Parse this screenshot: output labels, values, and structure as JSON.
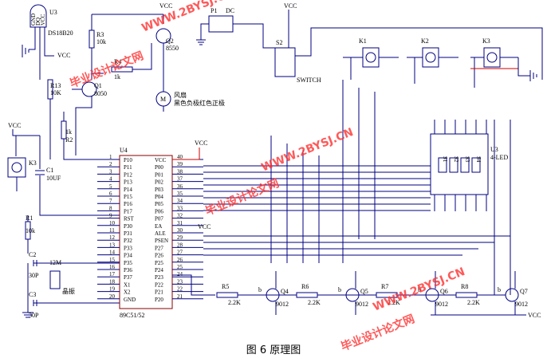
{
  "caption": "图 6  原理图",
  "power": {
    "vcc": "VCC"
  },
  "components": {
    "u3_sensor": {
      "ref": "U3",
      "name": "DS18B20",
      "pins": [
        "GND",
        "DQ",
        "VCC"
      ]
    },
    "r3": {
      "ref": "R3",
      "value": "10k"
    },
    "r4": {
      "ref": "R4",
      "value": "1k"
    },
    "q2": {
      "ref": "Q2",
      "part": "8550"
    },
    "r13": {
      "ref": "R13",
      "value": "10K"
    },
    "q1": {
      "ref": "Q1",
      "part": "8050"
    },
    "r2": {
      "ref": "R2",
      "value": "1k"
    },
    "fan": {
      "symbol": "M",
      "label1": "风扇",
      "label2": "黑色负极红色正极"
    },
    "p1": {
      "ref": "P1",
      "name": "DC"
    },
    "s2": {
      "ref": "S2",
      "name": "SWITCH"
    },
    "k1": {
      "ref": "K1"
    },
    "k2": {
      "ref": "K2"
    },
    "k3": {
      "ref": "K3"
    },
    "k3_reset": {
      "ref": "K3"
    },
    "c1": {
      "ref": "C1",
      "value": "10UF"
    },
    "r1": {
      "ref": "R1",
      "value": "10k"
    },
    "c2": {
      "ref": "C2",
      "value": "30P"
    },
    "c3": {
      "ref": "C3",
      "value": "30P"
    },
    "y1": {
      "ref": "12M",
      "name": "晶振"
    },
    "led": {
      "ref": "U3",
      "name": "4-LED",
      "digits": [
        "S1",
        "S2",
        "S3",
        "S4"
      ]
    },
    "mcu": {
      "ref": "U4",
      "name": "89C51/52",
      "left": [
        {
          "n": "1",
          "p": "P10"
        },
        {
          "n": "2",
          "p": "P11"
        },
        {
          "n": "3",
          "p": "P12"
        },
        {
          "n": "4",
          "p": "P13"
        },
        {
          "n": "5",
          "p": "P14"
        },
        {
          "n": "6",
          "p": "P15"
        },
        {
          "n": "7",
          "p": "P16"
        },
        {
          "n": "8",
          "p": "P17"
        },
        {
          "n": "9",
          "p": "RST"
        },
        {
          "n": "10",
          "p": "P30"
        },
        {
          "n": "11",
          "p": "P31"
        },
        {
          "n": "12",
          "p": "P32"
        },
        {
          "n": "13",
          "p": "P33"
        },
        {
          "n": "14",
          "p": "P34"
        },
        {
          "n": "15",
          "p": "P35"
        },
        {
          "n": "16",
          "p": "P36"
        },
        {
          "n": "17",
          "p": "P37"
        },
        {
          "n": "18",
          "p": "X1"
        },
        {
          "n": "19",
          "p": "X2"
        },
        {
          "n": "20",
          "p": "GND"
        }
      ],
      "right": [
        {
          "n": "40",
          "p": "VCC"
        },
        {
          "n": "39",
          "p": "P00"
        },
        {
          "n": "38",
          "p": "P01"
        },
        {
          "n": "37",
          "p": "P02"
        },
        {
          "n": "36",
          "p": "P03"
        },
        {
          "n": "35",
          "p": "P04"
        },
        {
          "n": "34",
          "p": "P05"
        },
        {
          "n": "33",
          "p": "P06"
        },
        {
          "n": "32",
          "p": "P07"
        },
        {
          "n": "31",
          "p": "EA"
        },
        {
          "n": "30",
          "p": "ALE"
        },
        {
          "n": "29",
          "p": "PSEN"
        },
        {
          "n": "28",
          "p": "P27"
        },
        {
          "n": "27",
          "p": "P26"
        },
        {
          "n": "26",
          "p": "P25"
        },
        {
          "n": "25",
          "p": "P24"
        },
        {
          "n": "24",
          "p": "P23"
        },
        {
          "n": "23",
          "p": "P22"
        },
        {
          "n": "22",
          "p": "P21"
        },
        {
          "n": "21",
          "p": "P20"
        }
      ]
    },
    "drivers": [
      {
        "r": "R5",
        "rv": "2.2K",
        "q": "Q4",
        "qp": "9012"
      },
      {
        "r": "R6",
        "rv": "2.2K",
        "q": "Q5",
        "qp": "9012"
      },
      {
        "r": "R7",
        "rv": "2.2K",
        "q": "Q6",
        "qp": "9012"
      },
      {
        "r": "R8",
        "rv": "2.2K",
        "q": "Q7",
        "qp": "9012"
      }
    ],
    "base_label": "b"
  },
  "watermark": {
    "text1": "毕业设计论文网",
    "text2": "WWW.2BYSJ.CN"
  }
}
